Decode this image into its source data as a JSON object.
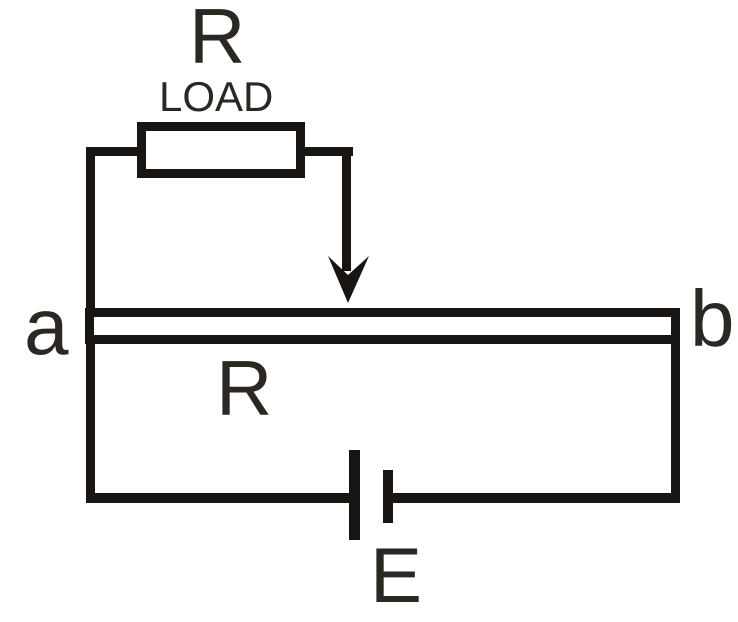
{
  "diagram": {
    "kind": "potentiometer-load-circuit",
    "labels": {
      "load_resistance": "R",
      "load": "LOAD",
      "terminal_a": "a",
      "terminal_b": "b",
      "wire_resistance": "R",
      "emf": "E"
    },
    "colors": {
      "background": "#ffffff",
      "line": "#181512",
      "text": "#2b2723",
      "component_fill": "#ffffff"
    }
  }
}
